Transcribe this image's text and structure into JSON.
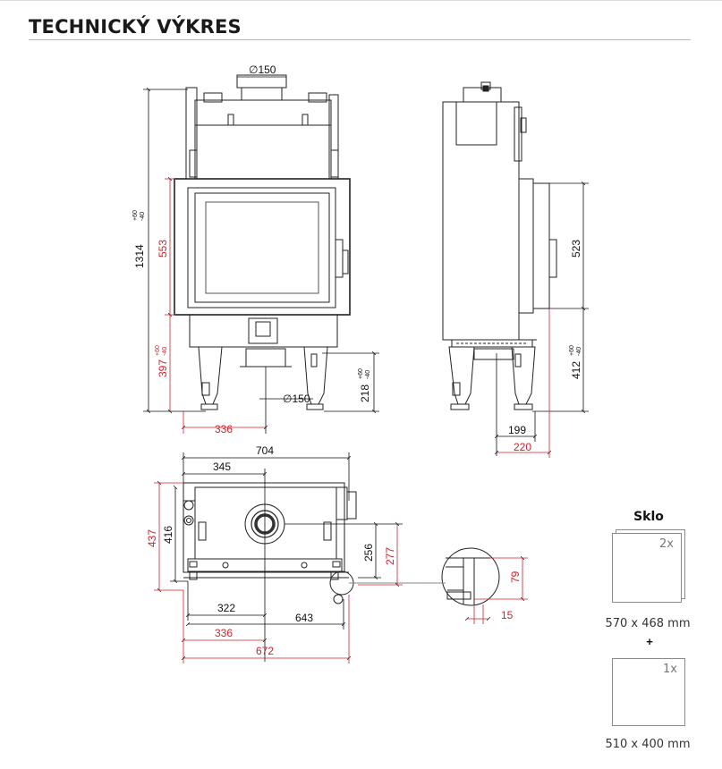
{
  "header": {
    "title": "TECHNICKÝ VÝKRES"
  },
  "front_view": {
    "flue_top": "∅150",
    "height_total": "1314",
    "height_total_tol_plus": "+60",
    "height_total_tol_minus": "-40",
    "door_height": "553",
    "base_height": "397",
    "base_height_tol_plus": "+60",
    "base_height_tol_minus": "-40",
    "air_inlet_height": "218",
    "air_inlet_tol_plus": "+60",
    "air_inlet_tol_minus": "-40",
    "air_inlet_diameter": "∅150",
    "inlet_offset": "336"
  },
  "side_view": {
    "door_height": "523",
    "base_height": "412",
    "base_height_tol_plus": "+60",
    "base_height_tol_minus": "-40",
    "depth_inner": "199",
    "depth_outer": "220"
  },
  "top_view": {
    "width_total": "704",
    "width_half": "345",
    "depth_outer": "437",
    "depth_inner": "416",
    "flue_offset_inner": "256",
    "flue_offset_outer": "277",
    "offset_322": "322",
    "offset_643": "643",
    "offset_336": "336",
    "offset_672": "672"
  },
  "detail": {
    "height": "79",
    "width": "15"
  },
  "glass": {
    "title": "Sklo",
    "panels": [
      {
        "count": "2x",
        "size": "570 x 468 mm"
      },
      {
        "count": "1x",
        "size": "510 x 400 mm"
      }
    ],
    "plus": "+"
  },
  "colors": {
    "dimension_black": "#111111",
    "dimension_red": "#d4202a",
    "line": "#222222"
  }
}
